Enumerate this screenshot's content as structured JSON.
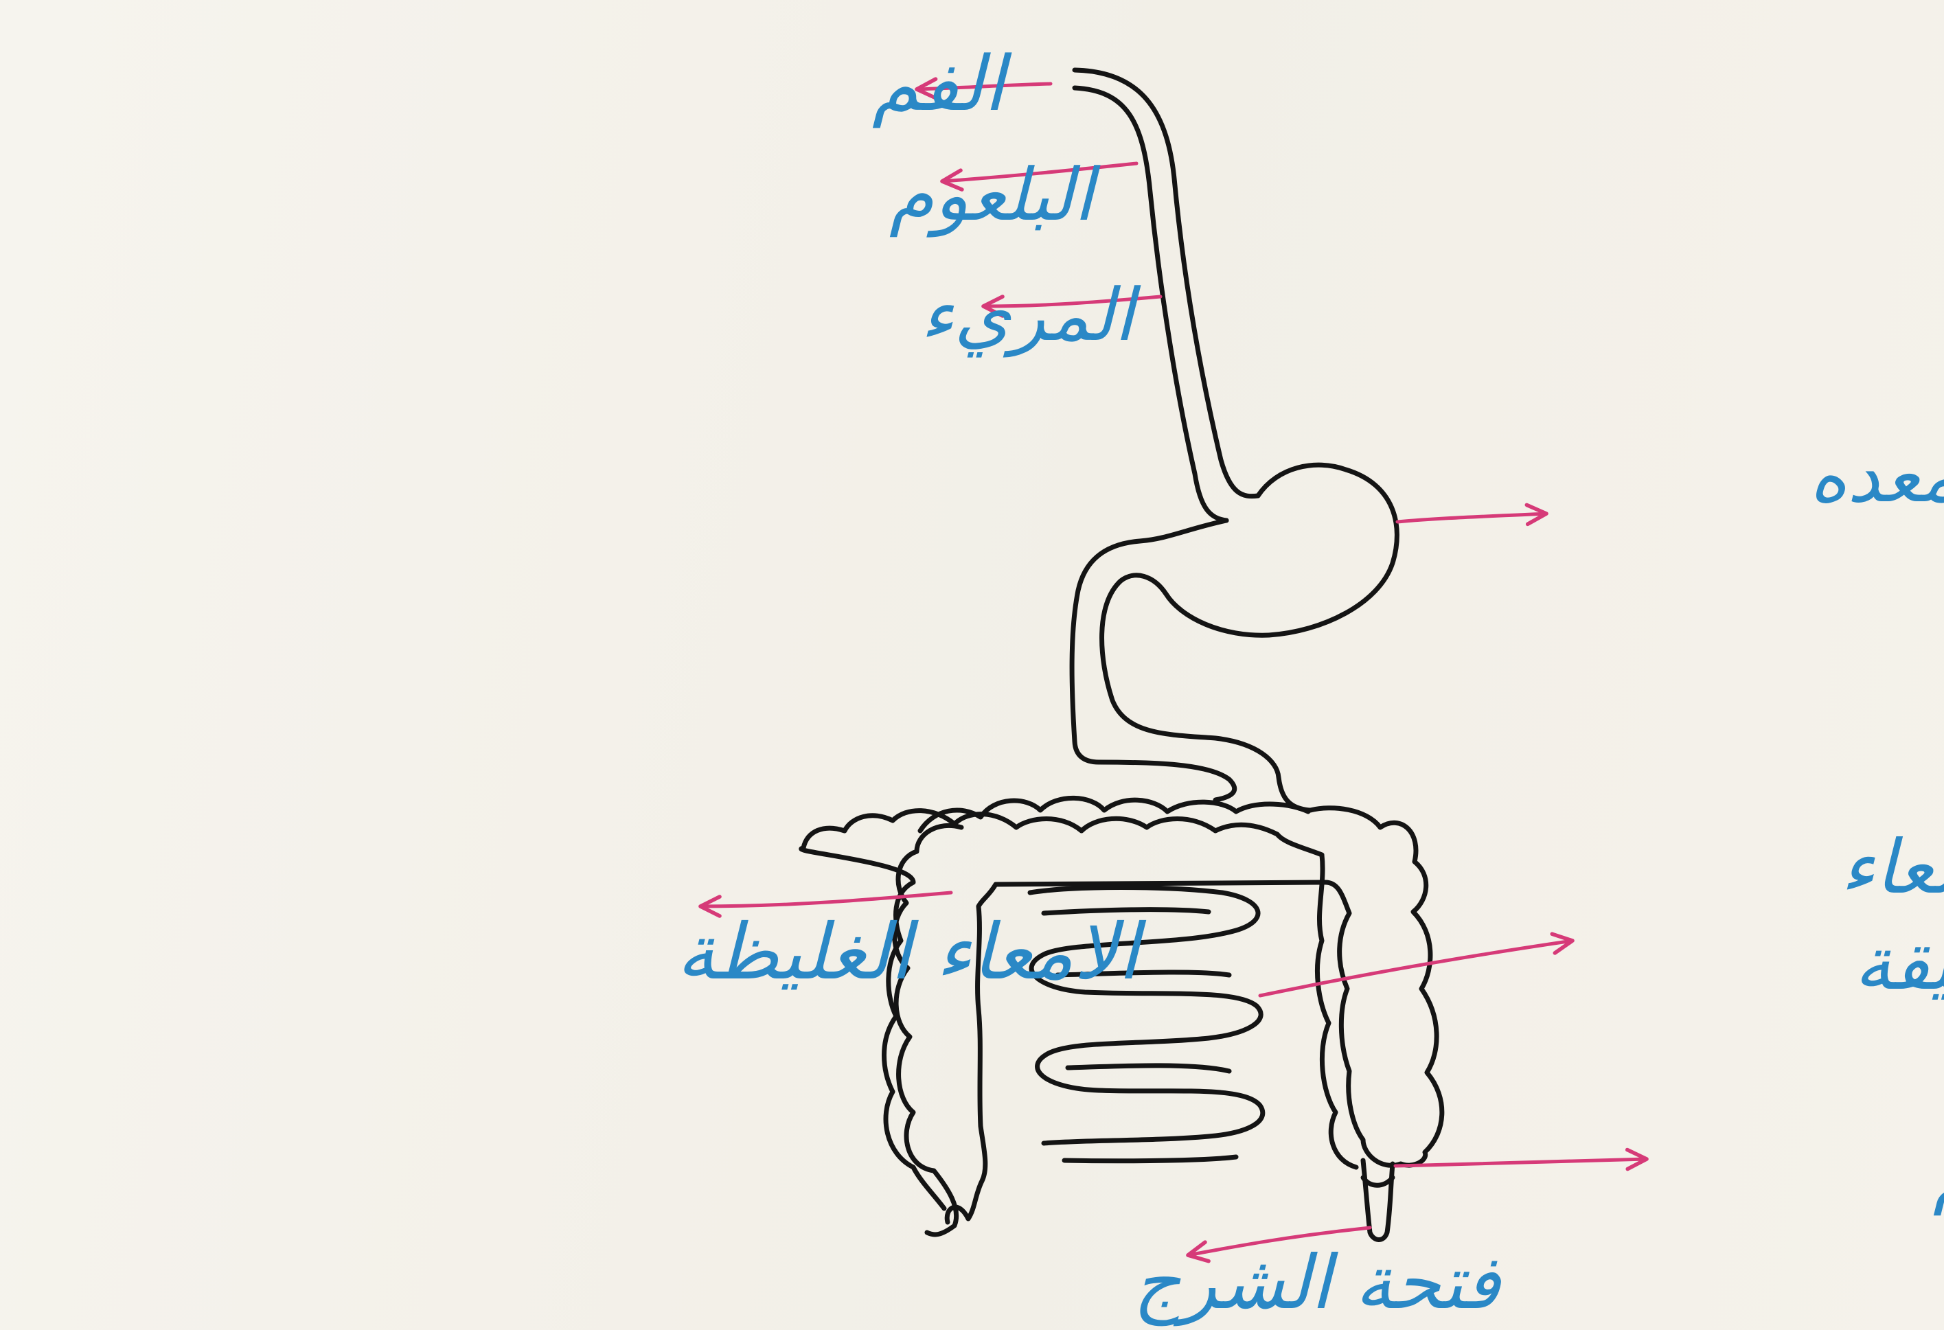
{
  "diagram": {
    "labels": {
      "mouth": "الفم",
      "pharynx": "البلعوم",
      "esophagus": "المريء",
      "stomach": "المعده",
      "large_intestine": "الامعاء الغليظة",
      "small_intestine_line1": "الامعاء",
      "small_intestine_line2": "الدقيقة",
      "rectum": "المستقيم",
      "anus": "فتحة الشرج"
    },
    "colors": {
      "label_text": "#2a88c6",
      "arrow": "#d63a78",
      "outline": "#141414",
      "paper": "#f4f1ea"
    }
  }
}
